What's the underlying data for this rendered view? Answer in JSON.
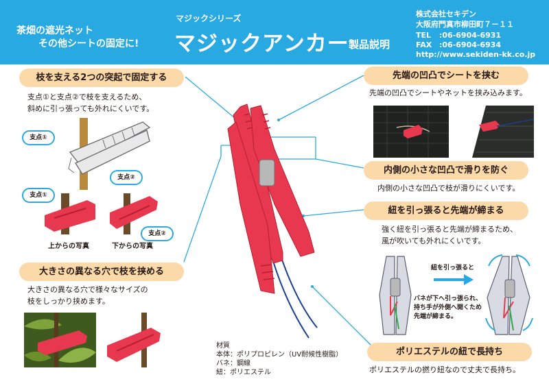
{
  "header": {
    "tagline1": "茶畑の遮光ネット",
    "tagline2": "その他シートの固定に!",
    "series": "マジックシリーズ",
    "title": "マジックアンカー",
    "subtitle": "製品説明",
    "company": "株式会社セキデン",
    "address": "大阪府門真市柳田町７－１１",
    "tel_label": "TEL",
    "tel": ":06-6904-6931",
    "fax_label": "FAX",
    "fax": ":06-6904-6934",
    "url": "http://www.sekiden-kk.co.jp"
  },
  "features": {
    "branch": {
      "heading": "枝を支える2つの突起で固定する",
      "line1": "支点①と支点②で枝を支えるため、",
      "line2": "斜めに引っ張っても外れにくいです。",
      "support1": "支点①",
      "support2": "支点②",
      "caption_top": "上からの写真",
      "caption_bottom": "下からの写真"
    },
    "holes": {
      "heading": "大きさの異なる穴で枝を挟める",
      "line1": "大きさの異なる穴で様々なサイズの",
      "line2": "枝をしっかり挟めます。"
    },
    "tip": {
      "heading": "先端の凹凸でシートを挟む",
      "line1": "先端の凹凸でシートやネットを挟み込みます。"
    },
    "inner": {
      "heading": "内側の小さな凹凸で滑りを防ぐ",
      "line1": "内側の小さな凹凸で枝が滑りにくいです。"
    },
    "pull": {
      "heading": "紐を引っ張ると先端が締まる",
      "line1": "強く紐を引っ張ると先端が締まるため、",
      "line2": "風が吹いても外れにくいです。",
      "diagram_label": "紐を引っ張ると",
      "diagram_text1": "バネが下へ引っ張られ、",
      "diagram_text2": "持ち手が外側へ開くため",
      "diagram_text3": "先端が締まる。"
    },
    "cord": {
      "heading": "ポリエステルの紐で長持ち",
      "line1": "ポリエステルの撚り紐なので丈夫で長持ち。"
    }
  },
  "material": {
    "title": "材質",
    "body": "本体：ポリプロピレン（UV耐候性樹脂）",
    "spring": "バネ：鋼線",
    "cord": "紐：ポリエステル"
  },
  "colors": {
    "brand_blue": "#29a9e1",
    "pill": "#fcd9a8",
    "clip_red": "#e8384f"
  }
}
